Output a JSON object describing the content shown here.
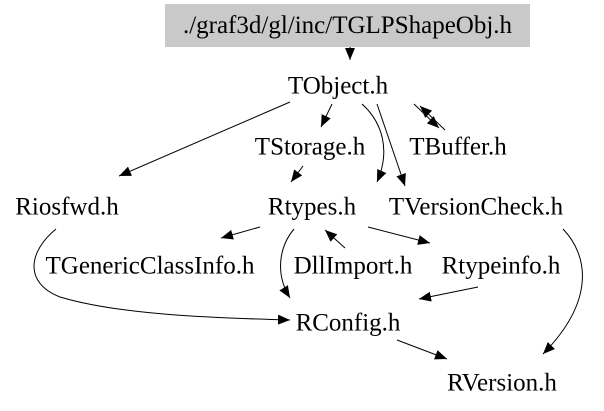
{
  "diagram": {
    "type": "include-dependency-graph",
    "main_node": {
      "id": "TGLPShapeObj",
      "label": "./graf3d/gl/inc/TGLPShapeObj.h"
    },
    "nodes": [
      {
        "id": "TObject",
        "label": "TObject.h"
      },
      {
        "id": "TStorage",
        "label": "TStorage.h"
      },
      {
        "id": "TBuffer",
        "label": "TBuffer.h"
      },
      {
        "id": "Riosfwd",
        "label": "Riosfwd.h"
      },
      {
        "id": "Rtypes",
        "label": "Rtypes.h"
      },
      {
        "id": "TVersionCheck",
        "label": "TVersionCheck.h"
      },
      {
        "id": "TGenericClassInfo",
        "label": "TGenericClassInfo.h"
      },
      {
        "id": "DllImport",
        "label": "DllImport.h"
      },
      {
        "id": "Rtypeinfo",
        "label": "Rtypeinfo.h"
      },
      {
        "id": "RConfig",
        "label": "RConfig.h"
      },
      {
        "id": "RVersion",
        "label": "RVersion.h"
      }
    ],
    "edges": [
      {
        "from": "TGLPShapeObj",
        "to": "TObject"
      },
      {
        "from": "TObject",
        "to": "Riosfwd"
      },
      {
        "from": "TObject",
        "to": "TStorage"
      },
      {
        "from": "TObject",
        "to": "Rtypes"
      },
      {
        "from": "TObject",
        "to": "TVersionCheck"
      },
      {
        "from": "TObject",
        "to": "TBuffer"
      },
      {
        "from": "TBuffer",
        "to": "TObject"
      },
      {
        "from": "TStorage",
        "to": "Rtypes"
      },
      {
        "from": "Rtypes",
        "to": "TGenericClassInfo"
      },
      {
        "from": "DllImport",
        "to": "Rtypes"
      },
      {
        "from": "Rtypes",
        "to": "Rtypeinfo"
      },
      {
        "from": "Rtypes",
        "to": "RConfig"
      },
      {
        "from": "Rtypeinfo",
        "to": "RConfig"
      },
      {
        "from": "Riosfwd",
        "to": "RConfig"
      },
      {
        "from": "TVersionCheck",
        "to": "RVersion"
      },
      {
        "from": "RConfig",
        "to": "RVersion"
      }
    ],
    "colors": {
      "background": "#ffffff",
      "main_node_bg": "#c9c9c9",
      "edge": "#000000",
      "text": "#000000"
    }
  }
}
